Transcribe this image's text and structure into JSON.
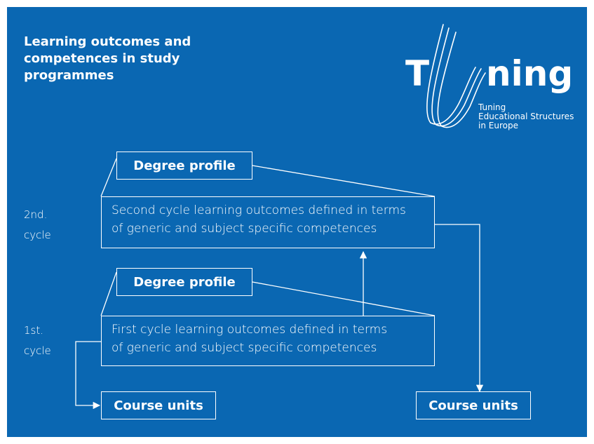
{
  "title": "Learning outcomes and\ncompetences in study\nprogrammes",
  "logo": {
    "letter_t": "T",
    "word": "ning",
    "subtitle": "Tuning\nEducational Structures\nin Europe"
  },
  "cycles": {
    "second": {
      "label": "2nd.\ncycle",
      "degree_profile": "Degree profile",
      "outcomes": "Second cycle learning outcomes defined in terms\nof generic and subject specific competences"
    },
    "first": {
      "label": "1st.\ncycle",
      "degree_profile": "Degree profile",
      "outcomes": "First cycle learning outcomes defined in terms\nof generic and subject specific competences"
    }
  },
  "course_units": {
    "left": "Course units",
    "right": "Course units"
  },
  "colors": {
    "background": "#0a67b2",
    "foreground": "#ffffff"
  }
}
